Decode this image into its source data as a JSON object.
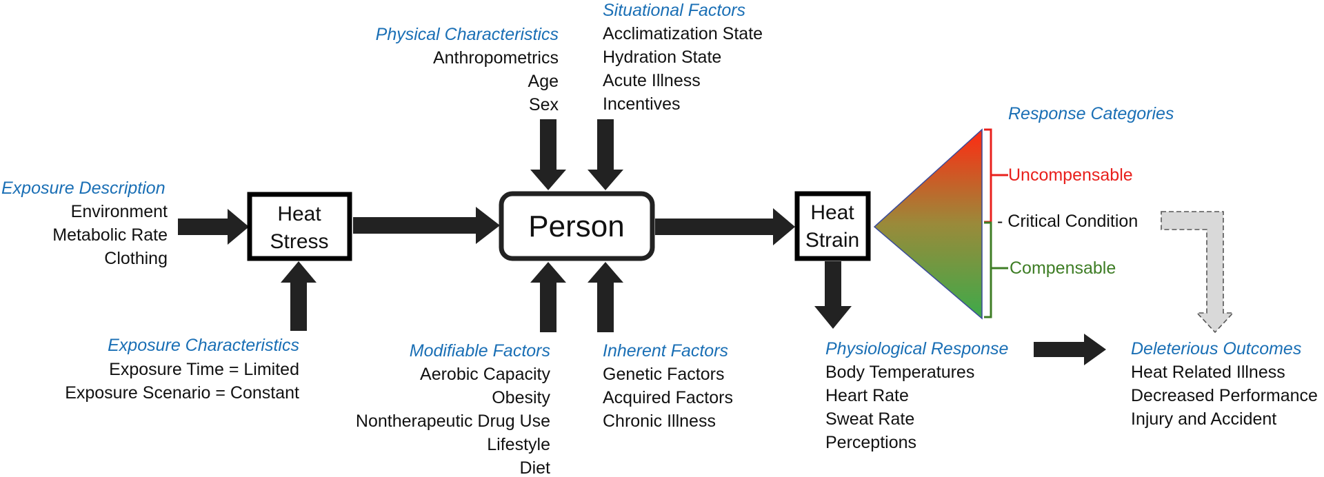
{
  "exposure_description": {
    "heading": "Exposure Description",
    "items": [
      "Environment",
      "Metabolic Rate",
      "Clothing"
    ]
  },
  "exposure_characteristics": {
    "heading": "Exposure Characteristics",
    "items": [
      "Exposure Time = Limited",
      "Exposure Scenario = Constant"
    ]
  },
  "heat_stress": {
    "line1": "Heat",
    "line2": "Stress"
  },
  "physical_characteristics": {
    "heading": "Physical Characteristics",
    "items": [
      "Anthropometrics",
      "Age",
      "Sex"
    ]
  },
  "situational_factors": {
    "heading": "Situational Factors",
    "items": [
      "Acclimatization State",
      "Hydration State",
      "Acute Illness",
      "Incentives"
    ]
  },
  "person": {
    "label": "Person"
  },
  "modifiable_factors": {
    "heading": "Modifiable Factors",
    "items": [
      "Aerobic Capacity",
      "Obesity",
      "Nontherapeutic Drug Use",
      "Lifestyle",
      "Diet"
    ]
  },
  "inherent_factors": {
    "heading": "Inherent Factors",
    "items": [
      "Genetic Factors",
      "Acquired Factors",
      "Chronic Illness"
    ]
  },
  "heat_strain": {
    "line1": "Heat",
    "line2": "Strain"
  },
  "response_categories": {
    "heading": "Response Categories",
    "uncompensable": "Uncompensable",
    "critical": "- Critical Condition",
    "compensable": "Compensable"
  },
  "physiological_response": {
    "heading": "Physiological Response",
    "items": [
      "Body Temperatures",
      "Heart Rate",
      "Sweat Rate",
      "Perceptions"
    ]
  },
  "deleterious_outcomes": {
    "heading": "Deleterious Outcomes",
    "items": [
      "Heat Related Illness",
      "Decreased Performance",
      "Injury and Accident"
    ]
  },
  "colors": {
    "heading": "#1a6fb5",
    "uncompensable": "#e8201c",
    "compensable": "#3e7d25",
    "triangle_top": "#ff2a12",
    "triangle_bottom": "#3daa4a"
  }
}
